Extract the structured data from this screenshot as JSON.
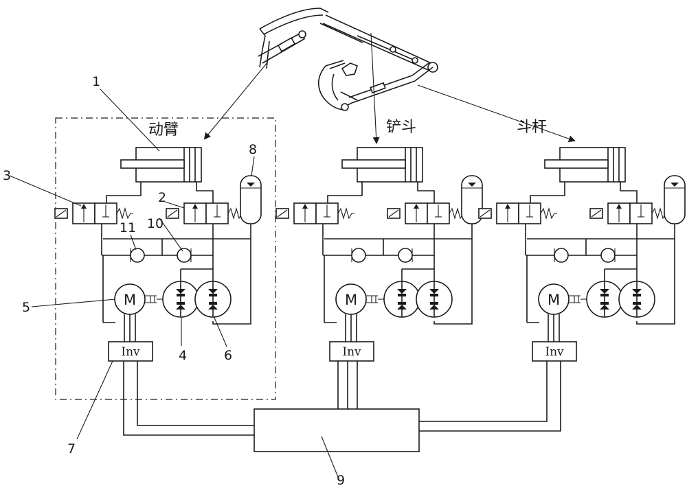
{
  "labels": {
    "boom": "动臂",
    "bucket": "铲斗",
    "stick": "斗杆"
  },
  "units": [
    {
      "motor_text": "M",
      "inverter_text": "Inv"
    },
    {
      "motor_text": "M",
      "inverter_text": "Inv"
    },
    {
      "motor_text": "M",
      "inverter_text": "Inv"
    }
  ],
  "callouts": {
    "n1": "1",
    "n2": "2",
    "n3": "3",
    "n4": "4",
    "n5": "5",
    "n6": "6",
    "n7": "7",
    "n8": "8",
    "n9": "9",
    "n10": "10",
    "n11": "11"
  },
  "colors": {
    "line": "#1a1a1a",
    "background": "#ffffff"
  }
}
